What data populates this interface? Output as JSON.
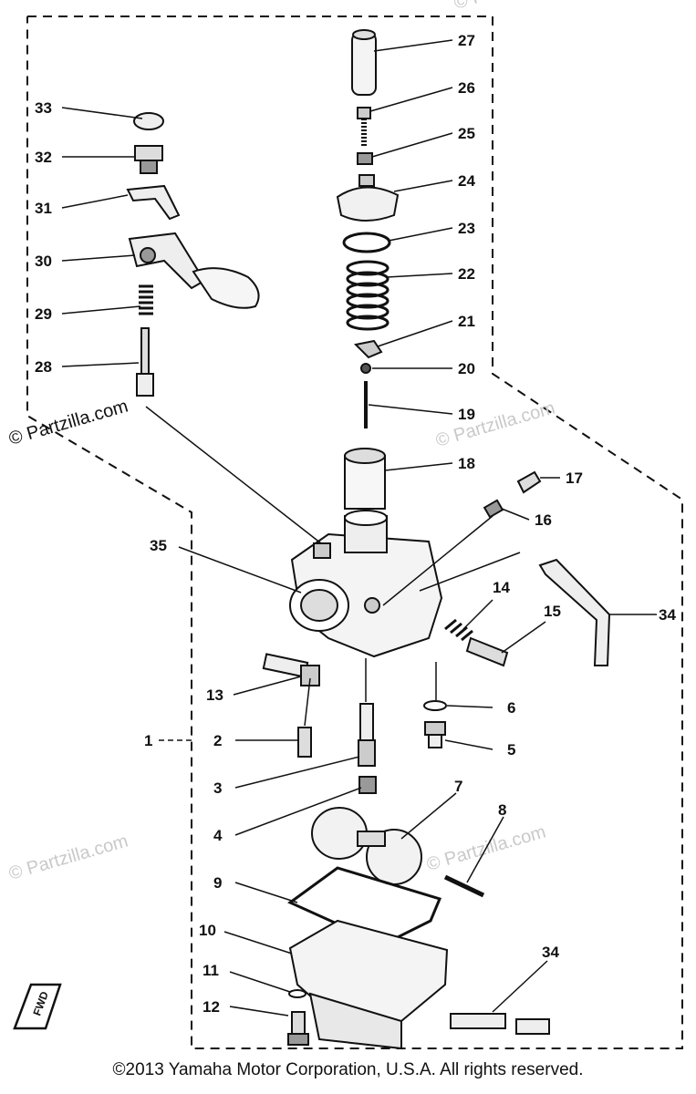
{
  "diagram": {
    "part_numbers": [
      "1",
      "2",
      "3",
      "4",
      "5",
      "6",
      "7",
      "8",
      "9",
      "10",
      "11",
      "12",
      "13",
      "14",
      "15",
      "16",
      "17",
      "18",
      "19",
      "20",
      "21",
      "22",
      "23",
      "24",
      "25",
      "26",
      "27",
      "28",
      "29",
      "30",
      "31",
      "32",
      "33",
      "34",
      "35",
      "34"
    ],
    "fwd_label": "FWD",
    "watermarks": [
      "© Partzilla.com",
      "© Partzilla.com",
      "© Partzilla.com",
      "© Partzilla.com",
      "© Partzilla.com"
    ]
  },
  "footer": {
    "copyright": "©2013 Yamaha Motor Corporation, U.S.A. All rights reserved."
  }
}
